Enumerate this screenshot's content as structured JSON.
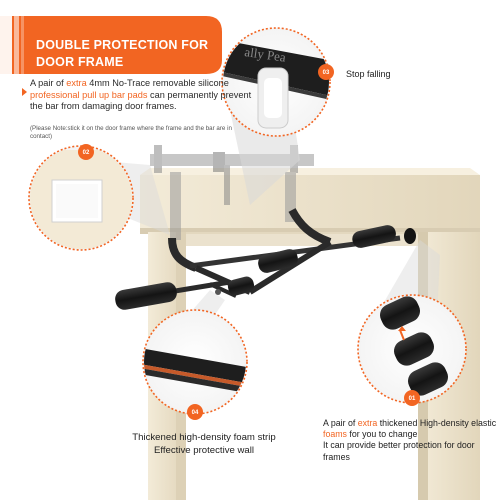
{
  "header": {
    "title_line1": "DOUBLE PROTECTION FOR",
    "title_line2": "DOOR FRAME"
  },
  "intro": {
    "p1": "A pair of ",
    "hl1": "extra",
    "p2": " 4mm No-Trace removable silicone ",
    "hl2": "professional pull up bar pads",
    "p3": " can permanently prevent the bar from damaging door frames."
  },
  "note": "(Please Note:stick it on the door frame where the frame and the bar are in contact)",
  "callouts": {
    "c01": "01",
    "c02": "02",
    "c03": "03",
    "c04": "04",
    "stop_falling": "Stop falling"
  },
  "caption_foam_strip": {
    "line1": "Thickened high-density foam strip",
    "line2": "Effective protective wall"
  },
  "caption_foams": {
    "p1": "A pair of ",
    "hl1": "extra",
    "p2": " thickened High-density elastic ",
    "hl2": "foams",
    "p3": " for you to change",
    "line2": "It can provide better protection for door frames"
  },
  "bar_sticker_text": "ally Pea",
  "colors": {
    "accent": "#f26522",
    "frame": "#efe5cf",
    "frame_shadow": "#d8ccb2",
    "bar": "#2a2a2a",
    "foam": "#1c1c1c"
  }
}
